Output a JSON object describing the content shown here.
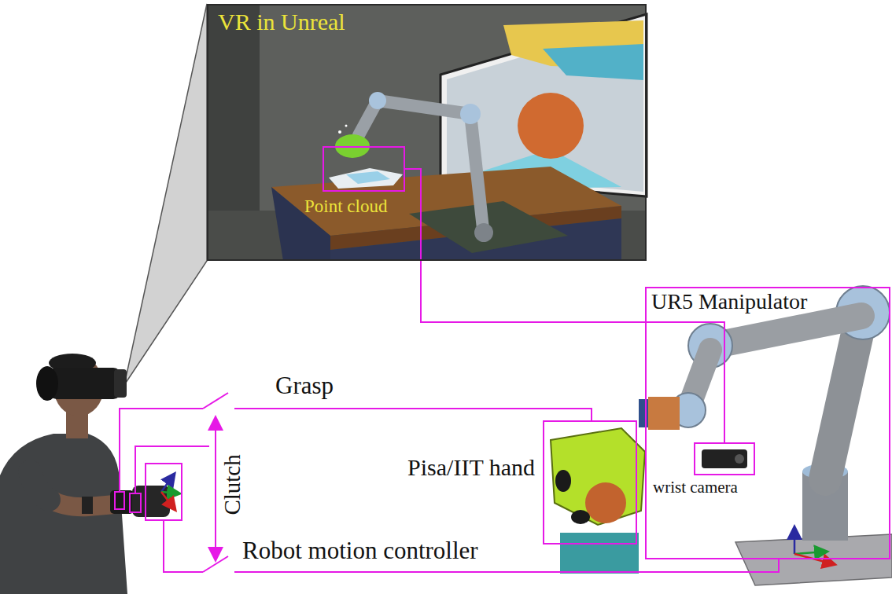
{
  "diagram": {
    "nodes": [
      {
        "text": [
          "VR in Unreal"
        ]
      },
      {
        "text": [
          "Point cloud"
        ],
        "in": 0
      },
      {
        "text": [
          "UR5 Manipulator"
        ]
      },
      {
        "text": [
          "wrist camera"
        ],
        "in": 2
      },
      {
        "text": [
          "Pisa/IIT hand"
        ]
      }
    ],
    "edges": [
      {
        "from": 1,
        "to": 3,
        "arrow": "none"
      }
    ],
    "labels": [
      "Grasp",
      "Clutch",
      "Robot motion controller"
    ]
  }
}
